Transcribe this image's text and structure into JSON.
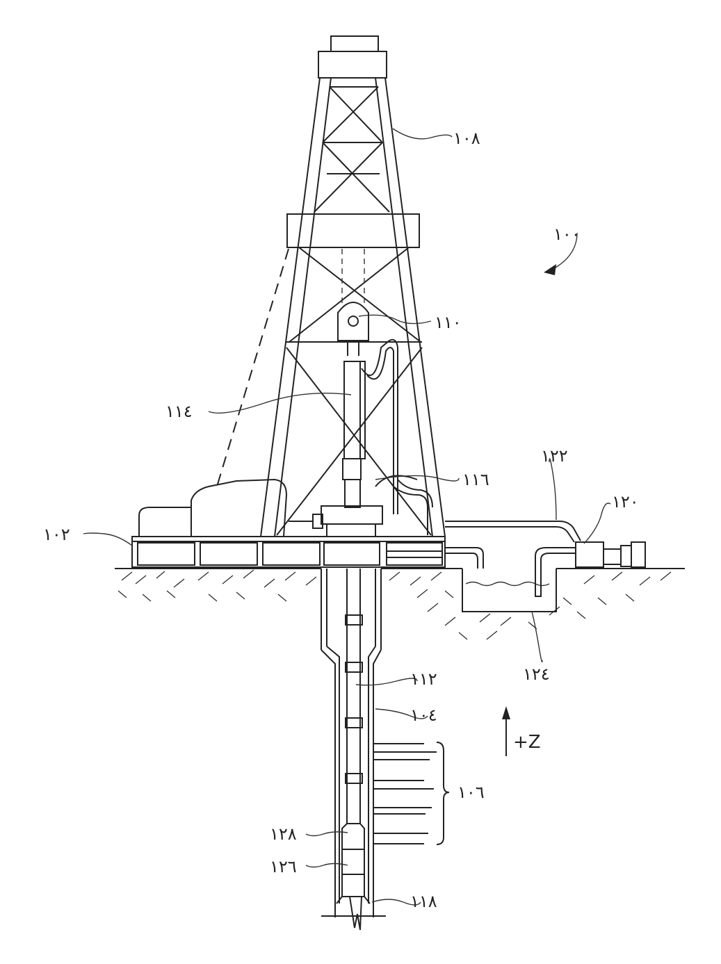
{
  "figure": {
    "labels": {
      "system": "١٠٠",
      "platform": "١٠٢",
      "wellbore": "١٠٤",
      "formations": "١٠٦",
      "derrick": "١٠٨",
      "travelling_block": "١١٠",
      "drill_string": "١١٢",
      "kelly": "١١٤",
      "swivel": "١١٦",
      "drill_bit": "١١٨",
      "pump": "١٢٠",
      "feed_pipe": "١٢٢",
      "mud_pit": "١٢٤",
      "tool_126": "١٢٦",
      "tool_128": "١٢٨"
    },
    "axis_label": "+Z"
  }
}
